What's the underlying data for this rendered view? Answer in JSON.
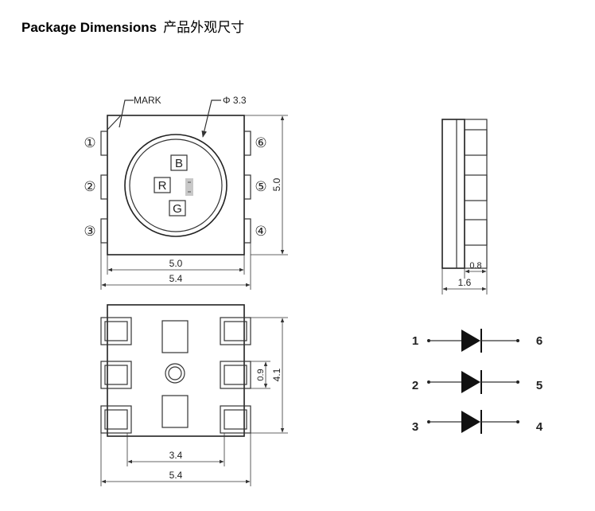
{
  "title": {
    "en": "Package Dimensions",
    "zh": "产品外观尺寸"
  },
  "top_view": {
    "mark_label": "MARK",
    "diameter_label": "Φ 3.3",
    "pins_left": [
      "①",
      "②",
      "③"
    ],
    "pins_right": [
      "⑥",
      "⑤",
      "④"
    ],
    "chip_labels": {
      "blue": "B",
      "red": "R",
      "green": "G"
    },
    "dim_height": "5.0",
    "dim_inner_width": "5.0",
    "dim_outer_width": "5.4"
  },
  "side_view": {
    "dim_lead": "0.8",
    "dim_width": "1.6"
  },
  "bottom_view": {
    "dim_pad": "0.9",
    "dim_height": "4.1",
    "dim_pitch": "3.4",
    "dim_width": "5.4"
  },
  "schematic": {
    "rows": [
      {
        "left": "1",
        "right": "6"
      },
      {
        "left": "2",
        "right": "5"
      },
      {
        "left": "3",
        "right": "4"
      }
    ]
  }
}
